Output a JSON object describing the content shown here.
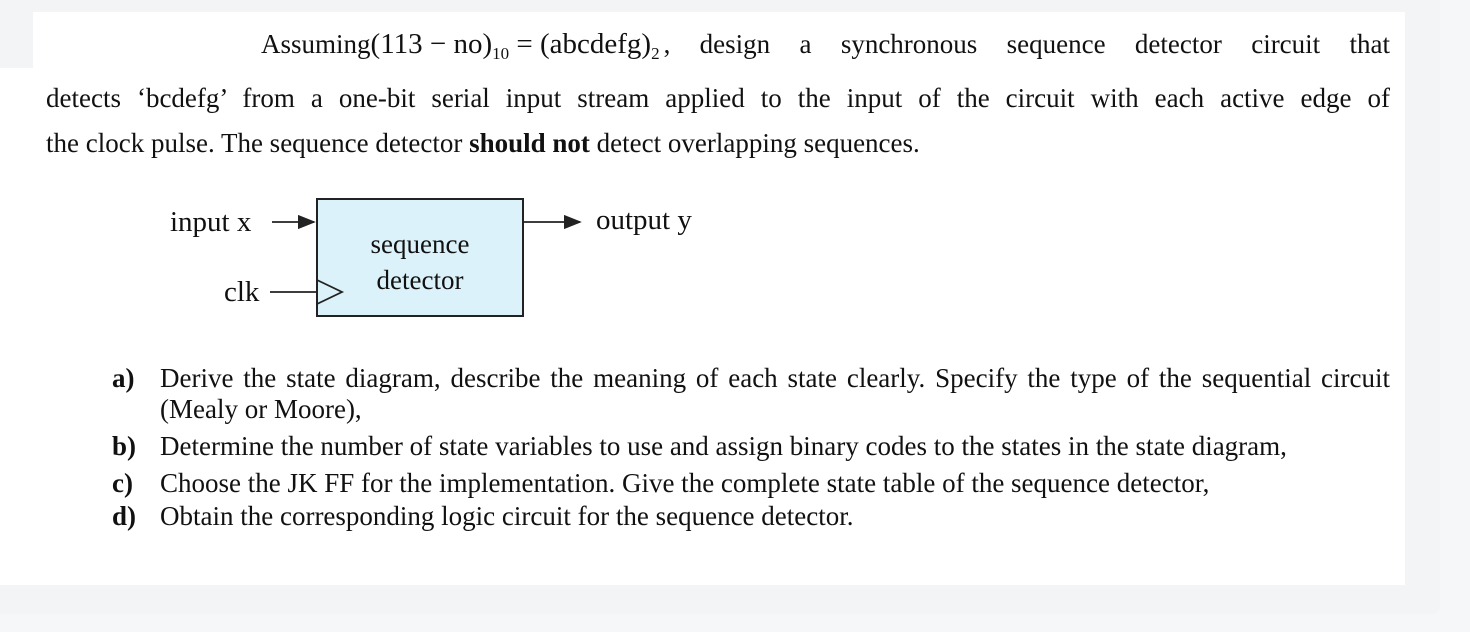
{
  "intro": {
    "assuming": "Assuming",
    "expr_left": "(113 − no)",
    "expr_left_base": "10",
    "equals": "=",
    "expr_right": "(abcdefg)",
    "expr_right_base": "2",
    "line1_tail": ", design a synchronous sequence detector circuit that",
    "line2": "detects ‘bcdefg’ from a one-bit serial input stream applied to the input of the circuit with each active edge of",
    "line3_start": "the clock pulse. The sequence detector ",
    "line3_bold": "should not",
    "line3_end": " detect overlapping sequences."
  },
  "diagram": {
    "input_label": "input x",
    "clk_label": "clk",
    "output_label": "output y",
    "box_line1": "sequence",
    "box_line2": "detector",
    "box_color": "#dcf2fa"
  },
  "questions": [
    {
      "mark": "a)",
      "text": "Derive the state diagram, describe the meaning of each state clearly. Specify the type of the sequential circuit (Mealy or Moore),"
    },
    {
      "mark": "b)",
      "text": "Determine the number of state variables to use and assign binary codes to the states in the state diagram,"
    },
    {
      "mark": "c)",
      "text": "Choose the JK FF for the implementation. Give the complete state table of the sequence detector,"
    },
    {
      "mark": "d)",
      "text": "Obtain the corresponding logic circuit for the sequence detector."
    }
  ]
}
